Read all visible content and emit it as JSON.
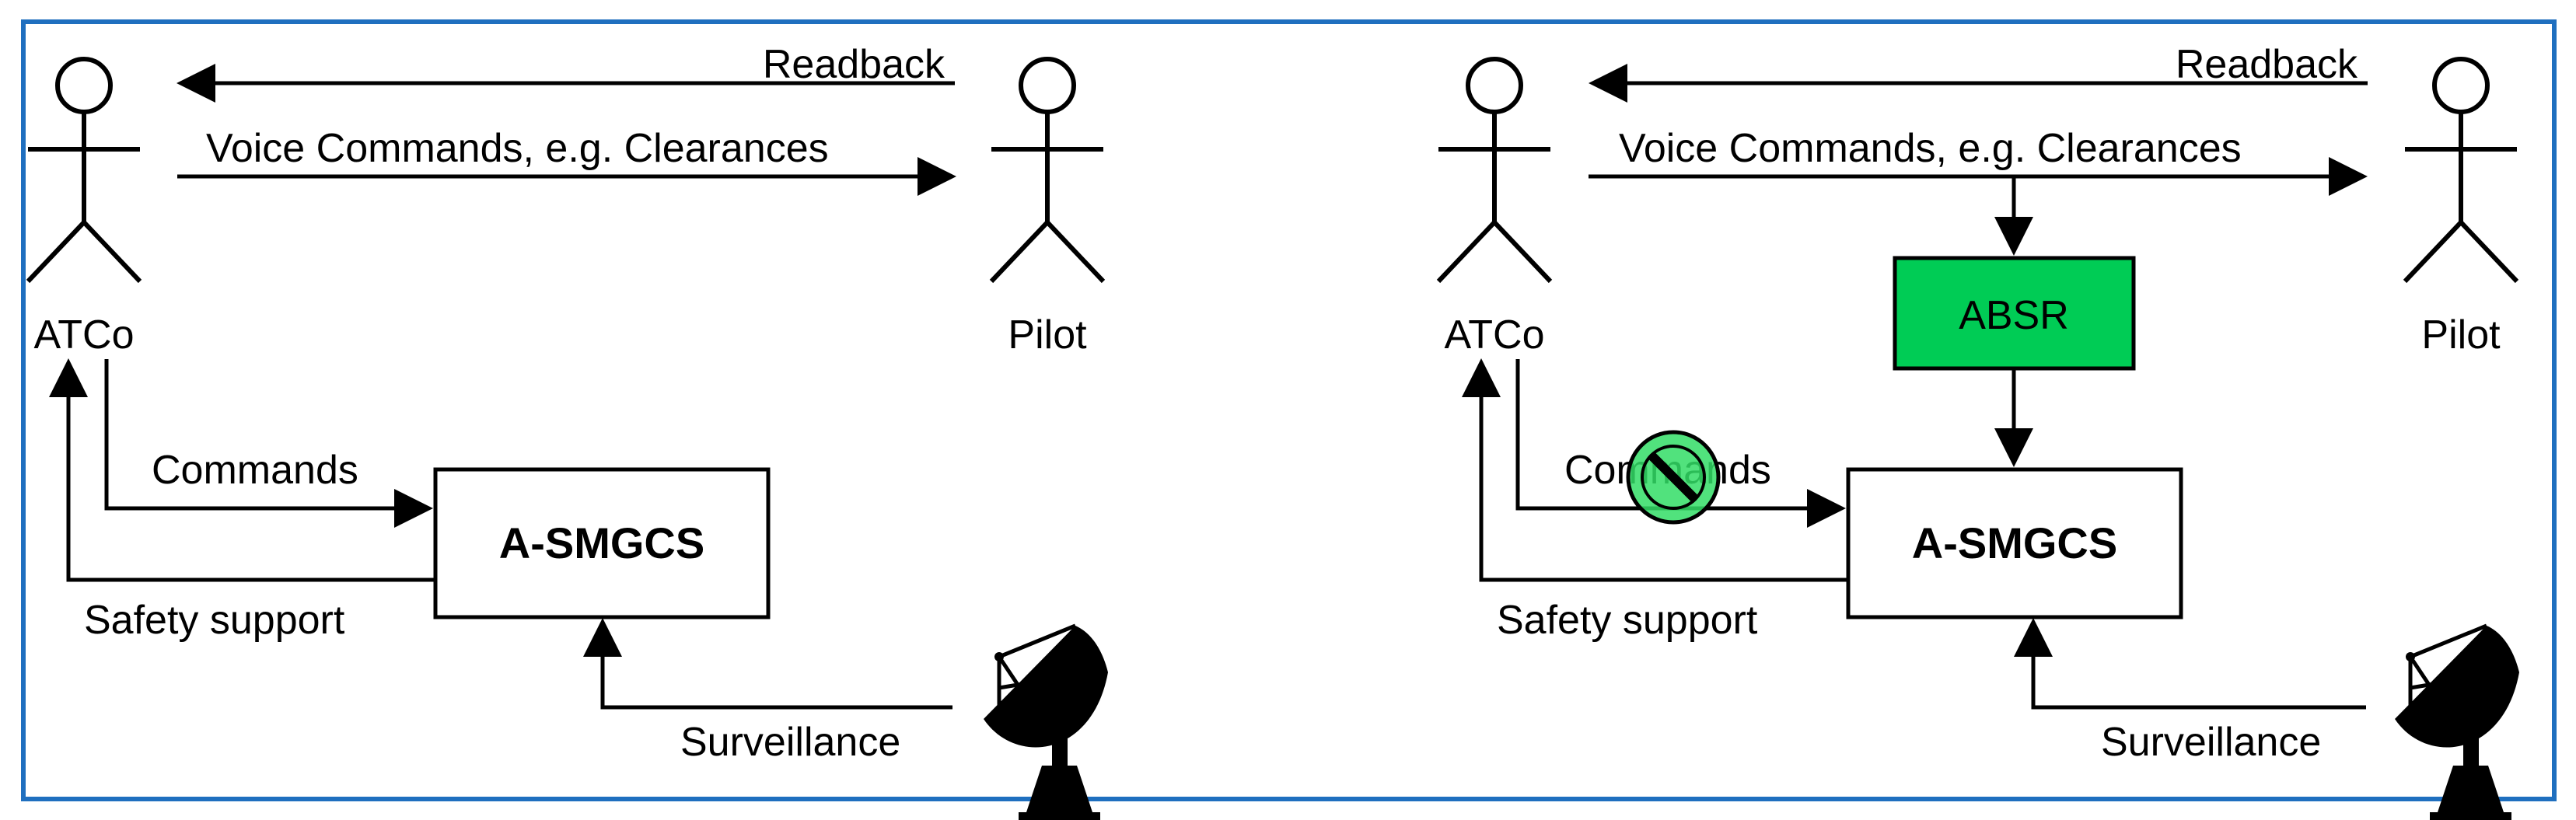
{
  "colors": {
    "frame": "#1f6fbf",
    "absr_fill": "#00cc55",
    "no_symbol_fill": "#33dd66",
    "stroke": "#000000"
  },
  "left_panel": {
    "atco_label": "ATCo",
    "pilot_label": "Pilot",
    "readback_label": "Readback",
    "voice_label": "Voice Commands, e.g. Clearances",
    "commands_label": "Commands",
    "asmgcs_label": "A-SMGCS",
    "safety_label": "Safety support",
    "surveillance_label": "Surveillance"
  },
  "right_panel": {
    "atco_label": "ATCo",
    "pilot_label": "Pilot",
    "readback_label": "Readback",
    "voice_label": "Voice Commands, e.g. Clearances",
    "absr_label": "ABSR",
    "commands_label": "Commands",
    "asmgcs_label": "A-SMGCS",
    "safety_label": "Safety support",
    "surveillance_label": "Surveillance"
  },
  "icons": {
    "actor": "stick-figure-icon",
    "radar": "radar-dish-icon",
    "prohibited": "no-symbol-icon"
  }
}
